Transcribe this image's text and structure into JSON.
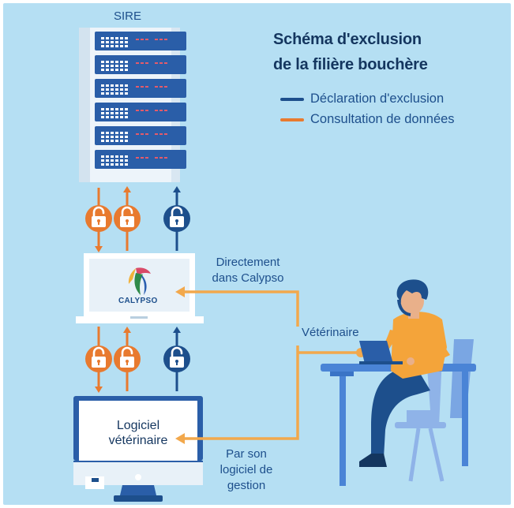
{
  "diagram": {
    "server_label": "SIRE",
    "title_line1": "Schéma d'exclusion",
    "title_line2": "de la filière bouchère",
    "legend": [
      {
        "label": "Déclaration d'exclusion",
        "color": "#1d4f8c"
      },
      {
        "label": "Consultation de données",
        "color": "#e87a2f"
      }
    ],
    "calypso_logo_text": "CALYPSO",
    "software_label_line1": "Logiciel",
    "software_label_line2": "vétérinaire",
    "path_direct_line1": "Directement",
    "path_direct_line2": "dans Calypso",
    "vet_label": "Vétérinaire",
    "path_software_line1": "Par son",
    "path_software_line2": "logiciel de",
    "path_software_line3": "gestion"
  },
  "colors": {
    "navy": "#1d4f8c",
    "orange": "#e87a2f",
    "light_orange": "#f2a84c",
    "background": "#b5dff3"
  },
  "icons": [
    "server-rack-icon",
    "unlock-icon",
    "lock-icon",
    "laptop-icon",
    "monitor-icon",
    "veterinarian-illustration"
  ]
}
